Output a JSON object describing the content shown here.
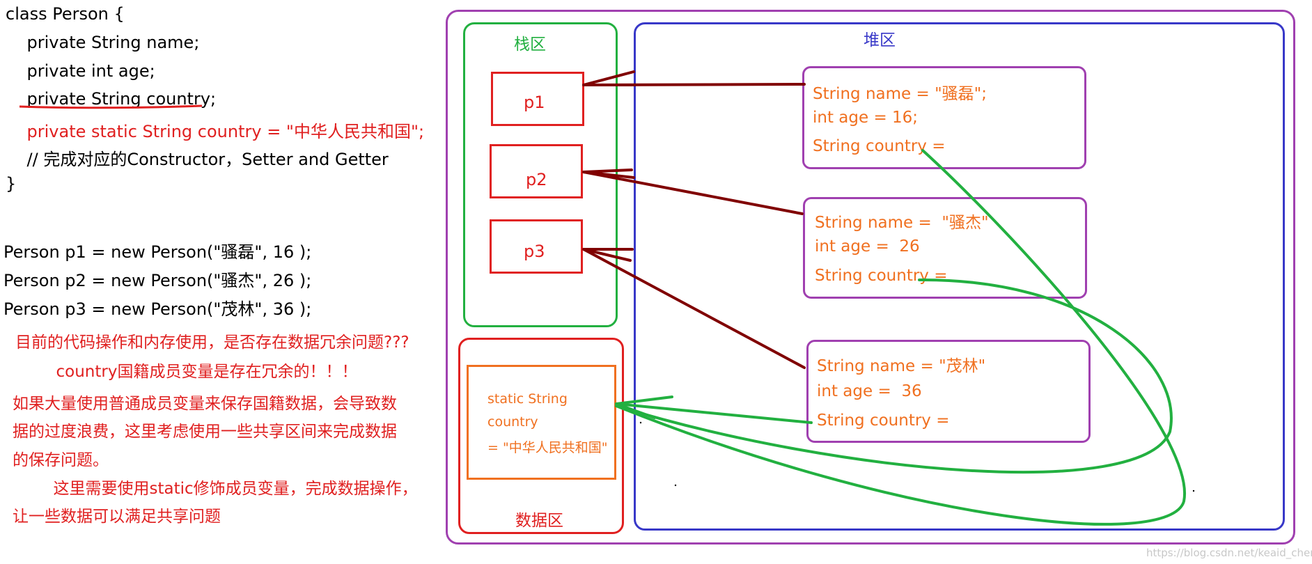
{
  "code": {
    "class_decl": [
      "class Person {",
      "    private String name;",
      "    private int age;",
      "    private String country;",
      "    private static String country = \"中华人民共和国\";",
      "    // 完成对应的Constructor，Setter and Getter",
      "}"
    ],
    "instances": [
      "Person p1 = new Person(\"骚磊\", 16 );",
      "Person p2 = new Person(\"骚杰\", 26 );",
      "Person p3 = new Person(\"茂林\", 36 );"
    ]
  },
  "notes": [
    "目前的代码操作和内存使用，是否存在数据冗余问题???",
    "        country国籍成员变量是存在冗余的！！！",
    "如果大量使用普通成员变量来保存国籍数据，会导致数",
    "据的过度浪费，这里考虑使用一些共享区间来完成数据",
    "的保存问题。",
    "        这里需要使用static修饰成员变量，完成数据操作，",
    "让一些数据可以满足共享问题"
  ],
  "diagram": {
    "stack_label": "栈区",
    "heap_label": "堆区",
    "data_label": "数据区",
    "refs": [
      "p1",
      "p2",
      "p3"
    ],
    "static_box": [
      "static String",
      "country",
      "= \"中华人民共和国\""
    ],
    "objects": [
      {
        "lines": [
          "String name = \"骚磊\";",
          "int age = 16;",
          "String country ="
        ]
      },
      {
        "lines": [
          "String name =  \"骚杰\"",
          "int age =  26",
          "String country ="
        ]
      },
      {
        "lines": [
          "String name = \"茂林\"",
          "int age =  36",
          "String country ="
        ]
      }
    ]
  },
  "watermark": "https://blog.csdn.net/keaid_chen",
  "colors": {
    "outer_border": "#a040b0",
    "stack_border": "#22b040",
    "heap_border": "#3838c8",
    "data_border": "#e02020",
    "static_border": "#f07020",
    "object_border": "#a040b0",
    "arrow_dark": "#800000",
    "arrow_green": "#22b040",
    "text_red": "#e02020",
    "text_orange": "#f07020",
    "text_blue": "#3838c8"
  }
}
